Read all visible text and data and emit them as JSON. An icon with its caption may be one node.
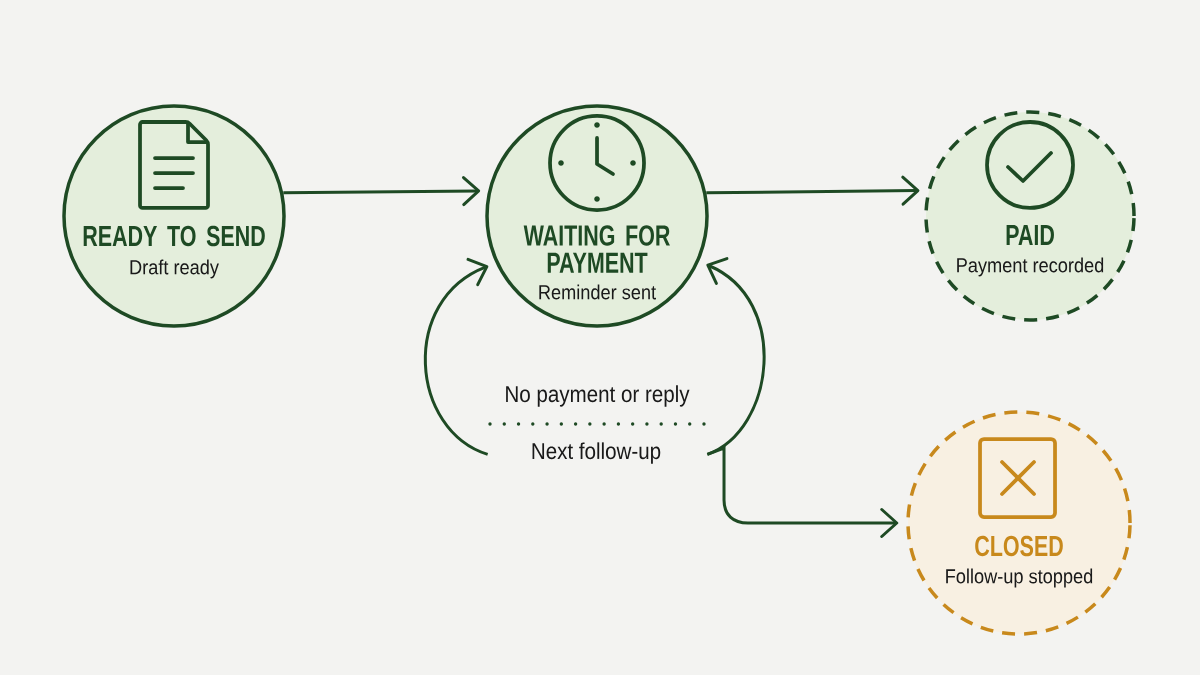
{
  "diagram": {
    "nodes": [
      {
        "text": [
          "READY TO SEND",
          "Draft ready"
        ]
      },
      {
        "text": [
          "WAITING FOR PAYMENT",
          "Reminder sent"
        ]
      },
      {
        "text": [
          "PAID",
          "Payment recorded"
        ]
      },
      {
        "text": [
          "CLOSED",
          "Follow-up stopped"
        ]
      },
      {
        "text": [
          "No payment or reply",
          "Next follow-up"
        ]
      }
    ],
    "edges": [
      {
        "from": 0,
        "to": 1,
        "arrow": "to"
      },
      {
        "from": 1,
        "to": 2,
        "arrow": "to"
      },
      {
        "from": 4,
        "to": 1,
        "arrow": "to"
      },
      {
        "from": 4,
        "to": 1,
        "arrow": "to"
      },
      {
        "from": 4,
        "to": 3,
        "arrow": "to"
      }
    ]
  }
}
